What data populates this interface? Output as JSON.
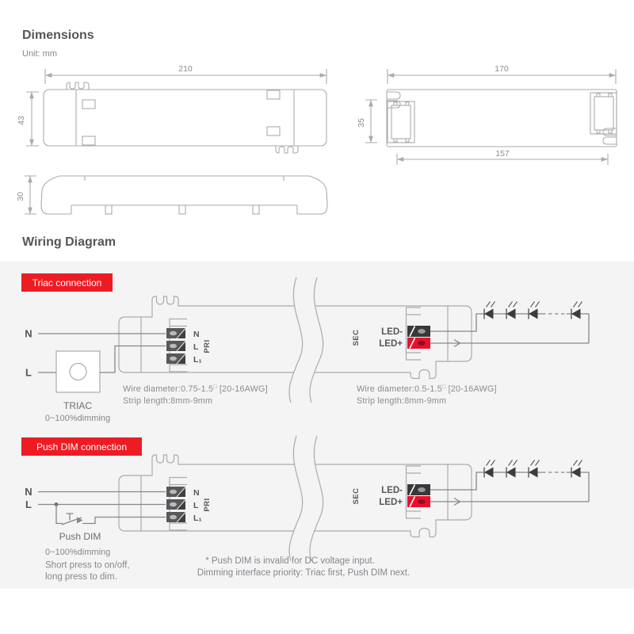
{
  "colors": {
    "accent_red": "#ed1c24",
    "heading_gray": "#55565a",
    "text_gray": "#85878a",
    "line_gray": "#a9abae",
    "terminal_dark": "#58585b",
    "led_positive_red": "#e8112d"
  },
  "dimensions_section": {
    "title": "Dimensions",
    "unit_label": "Unit: mm",
    "front_view": {
      "length": "210",
      "height": "43"
    },
    "top_view": {
      "length": "170",
      "height": "35",
      "pitch": "157"
    },
    "side_view": {
      "height": "30"
    }
  },
  "wiring_section": {
    "title": "Wiring Diagram",
    "terminal_labels": {
      "n": "N",
      "l": "L",
      "l1": "L₁",
      "pri": "PRI",
      "sec": "SEC",
      "led_neg": "LED-",
      "led_pos": "LED+"
    },
    "triac": {
      "badge": "Triac connection",
      "input_n": "N",
      "input_l": "L",
      "device": "TRIAC",
      "device_range": "0~100%dimming",
      "pri_wire_note": "Wire diameter:0.75-1.5",
      "pri_wire_sup": "□",
      "pri_wire_awg": " [20-16AWG]",
      "pri_strip_note": "Strip length:8mm-9mm",
      "sec_wire_note": "Wire diameter:0.5-1.5",
      "sec_wire_sup": "□",
      "sec_wire_awg": " [20-16AWG]",
      "sec_strip_note": "Strip length:8mm-9mm"
    },
    "push": {
      "badge": "Push DIM connection",
      "input_n": "N",
      "input_l": "L",
      "device": "Push DIM",
      "device_range": "0~100%dimming",
      "note_line1": "Short press to on/off,",
      "note_line2": "long press to dim.",
      "footnote1": "* Push DIM is invalid for DC voltage input.",
      "footnote2": "Dimming interface priority: Triac first, Push DIM next."
    }
  }
}
